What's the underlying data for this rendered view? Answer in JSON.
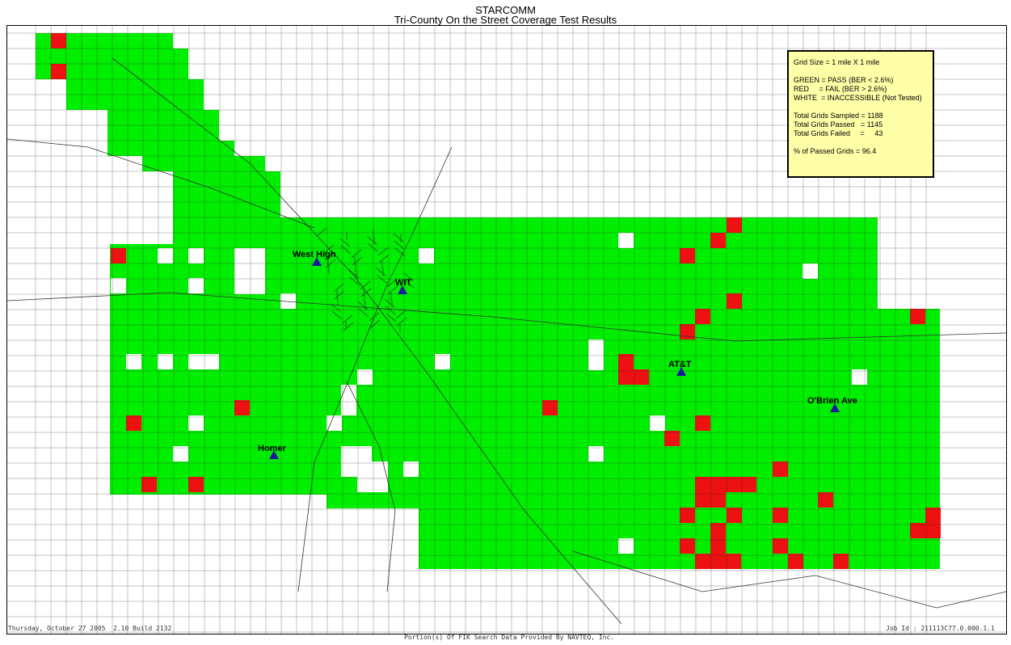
{
  "header": {
    "title": "STARCOMM",
    "subtitle": "Tri-County On the Street Coverage Test Results"
  },
  "legend": {
    "grid_size": "Grid Size = 1 mile X 1 mile",
    "green": "GREEN = PASS (BER < 2.6%)",
    "red": "RED     = FAIL (BER > 2.6%)",
    "white": "WHITE  = INACCESSIBLE (Not Tested)",
    "sampled": "Total Grids Sampled = 1188",
    "passed": "Total Grids Passed   = 1145",
    "failed": "Total Grids Failed     =     43",
    "percent": "% of Passed Grids = 96.4"
  },
  "sites": [
    "West High",
    "WIT",
    "AT&T",
    "O'Brien Ave",
    "Homer"
  ],
  "footer": {
    "left": "Thursday, October 27 2005  2.10 Build 2132",
    "center": "Portion(s) Of FIK Search Data Provided By NAVTEQ, Inc.",
    "right": "Job Id : 211113C77.0.000.1.1"
  },
  "colors": {
    "pass": "#00ee00",
    "fail": "#ee1111",
    "inaccessible": "#ffffff",
    "site_marker": "#1a1a9a",
    "legend_bg": "#ffffa8"
  }
}
